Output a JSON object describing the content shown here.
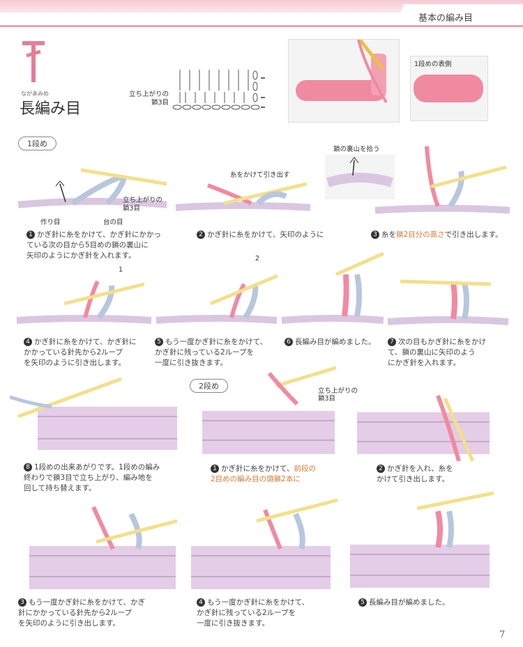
{
  "header": {
    "title": "基本の編み目"
  },
  "stitch": {
    "ruby": "ながあみめ",
    "name": "長編み目"
  },
  "chart": {
    "label_chain_1": "立ち上がりの",
    "label_chain_2": "鎖3目"
  },
  "photo_right_label": "1段めの表側",
  "sections": {
    "row1": "1段め",
    "row2": "2段め"
  },
  "row1_steps": [
    {
      "num": "1",
      "text": [
        "かぎ針に糸をかけて、かぎ針にかかっ",
        "ている次の目から5目めの鎖の裏山に",
        "矢印のようにかぎ針を入れます。"
      ]
    },
    {
      "num": "2",
      "text": [
        "かぎ針に糸をかけて、矢印のように"
      ]
    },
    {
      "num": "3",
      "text_pre": "糸を",
      "text_highlight": "鎖2目分の高さ",
      "text_post": "で引き出します。"
    },
    {
      "num": "4",
      "text": [
        "かぎ針に糸をかけて、かぎ針に",
        "かかっている針先から2ループ",
        "を矢印のように引き出します。"
      ]
    },
    {
      "num": "5",
      "text": [
        "もう一度かぎ針に糸をかけて、",
        "かぎ針に残っている2ループを",
        "一度に引き抜きます。"
      ]
    },
    {
      "num": "6",
      "text": [
        "長編み目が編めました。"
      ]
    },
    {
      "num": "7",
      "text": [
        "次の目もかぎ針に糸をかけ",
        "て、鎖の裏山に矢印のよう",
        "にかぎ針を入れます。"
      ]
    },
    {
      "num": "8",
      "text": [
        "1段めの出来あがりです。1段めの編み",
        "終わりで鎖3目で立ち上がり、編み地を",
        "回して持ち替えます。"
      ]
    }
  ],
  "row2_steps": [
    {
      "num": "1",
      "text_pre": "かぎ針に糸をかけて、",
      "text_highlight1": "前段の",
      "text_highlight2": "2目めの編み目の頭鎖2本に"
    },
    {
      "num": "2",
      "text": [
        "かぎ針を入れ、糸を",
        "かけて引き出します。"
      ]
    },
    {
      "num": "3",
      "text": [
        "もう一度かぎ針に糸をかけて、かぎ",
        "針にかかっている針先から2ループ",
        "を矢印のように引き出します。"
      ]
    },
    {
      "num": "4",
      "text": [
        "もう一度かぎ針に糸をかけて、",
        "かぎ針に残っている2ループを",
        "一度に引き抜きます。"
      ]
    },
    {
      "num": "5",
      "text": [
        "長編み目が編めました。"
      ]
    }
  ],
  "labels": {
    "tachiagari_1": "立ち上がりの",
    "tachiagari_2": "鎖3目",
    "dai_no_me": "台の目",
    "tsukuri_me": "作り目",
    "ito_kakete": "糸をかけて引き出す",
    "ura_yama": "鎖の裏山を拾う",
    "arrow_1": "1",
    "arrow_2": "2",
    "r2_tachiagari_1": "立ち上がりの",
    "r2_tachiagari_2": "鎖3目"
  },
  "page_number": "7",
  "colors": {
    "accent_pink": "#eaa3b3",
    "yarn_pink": "#f08aa0",
    "yarn_blue": "#b8c6de",
    "fabric_lilac": "#e4cde6",
    "hook_yellow": "#f2e08a",
    "highlight_orange": "#d47a36"
  }
}
